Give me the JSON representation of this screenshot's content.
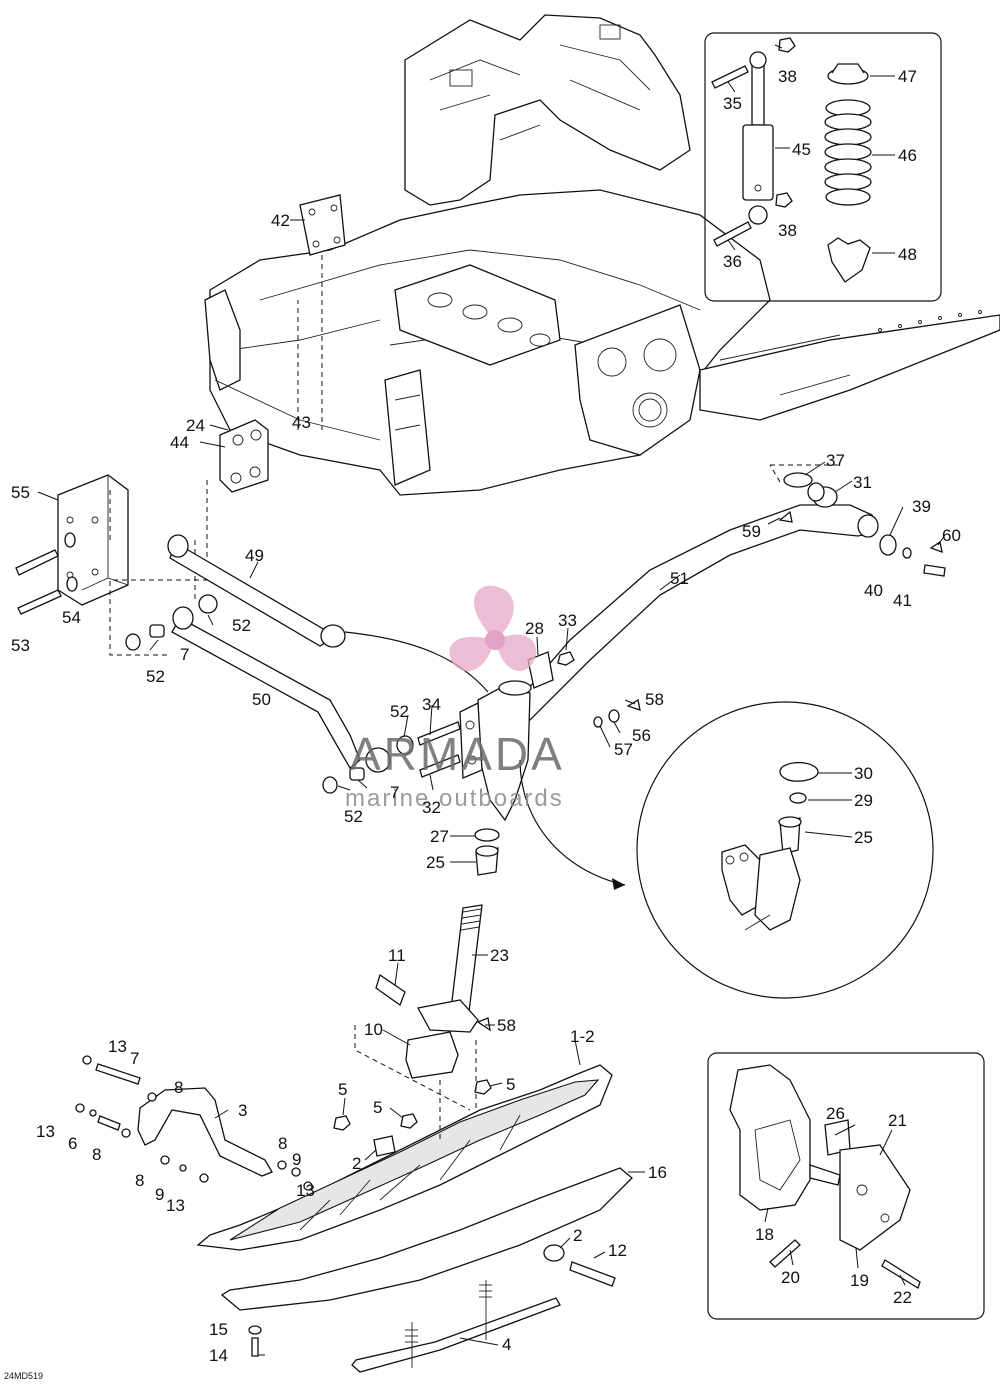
{
  "diagram_code": "24MD519",
  "watermark": {
    "brand": "ARMADA",
    "tagline": "marine outboards",
    "colors": {
      "logo": "#e7a6c8",
      "logo_dark": "#d985b3",
      "text": "#6b6b6b"
    }
  },
  "callouts": {
    "c1_2": "1-2",
    "c2a": "2",
    "c2b": "2",
    "c3": "3",
    "c4": "4",
    "c5a": "5",
    "c5b": "5",
    "c5c": "5",
    "c6": "6",
    "c7a": "7",
    "c7b": "7",
    "c7c": "7",
    "c8a": "8",
    "c8b": "8",
    "c8c": "8",
    "c8d": "8",
    "c9a": "9",
    "c9b": "9",
    "c10": "10",
    "c11": "11",
    "c12": "12",
    "c13a": "13",
    "c13b": "13",
    "c13c": "13",
    "c13d": "13",
    "c14": "14",
    "c15": "15",
    "c16": "16",
    "c18": "18",
    "c19": "19",
    "c20": "20",
    "c21": "21",
    "c22": "22",
    "c23": "23",
    "c24": "24",
    "c25a": "25",
    "c25b": "25",
    "c26": "26",
    "c27": "27",
    "c28": "28",
    "c29": "29",
    "c30": "30",
    "c31": "31",
    "c32": "32",
    "c33": "33",
    "c34": "34",
    "c35": "35",
    "c36": "36",
    "c37": "37",
    "c38a": "38",
    "c38b": "38",
    "c39": "39",
    "c40": "40",
    "c41": "41",
    "c42": "42",
    "c43": "43",
    "c44": "44",
    "c45": "45",
    "c46": "46",
    "c47": "47",
    "c48": "48",
    "c49": "49",
    "c50": "50",
    "c51": "51",
    "c52a": "52",
    "c52b": "52",
    "c52c": "52",
    "c52d": "52",
    "c53": "53",
    "c54": "54",
    "c55": "55",
    "c56": "56",
    "c57": "57",
    "c58a": "58",
    "c58b": "58",
    "c59": "59",
    "c60": "60"
  }
}
